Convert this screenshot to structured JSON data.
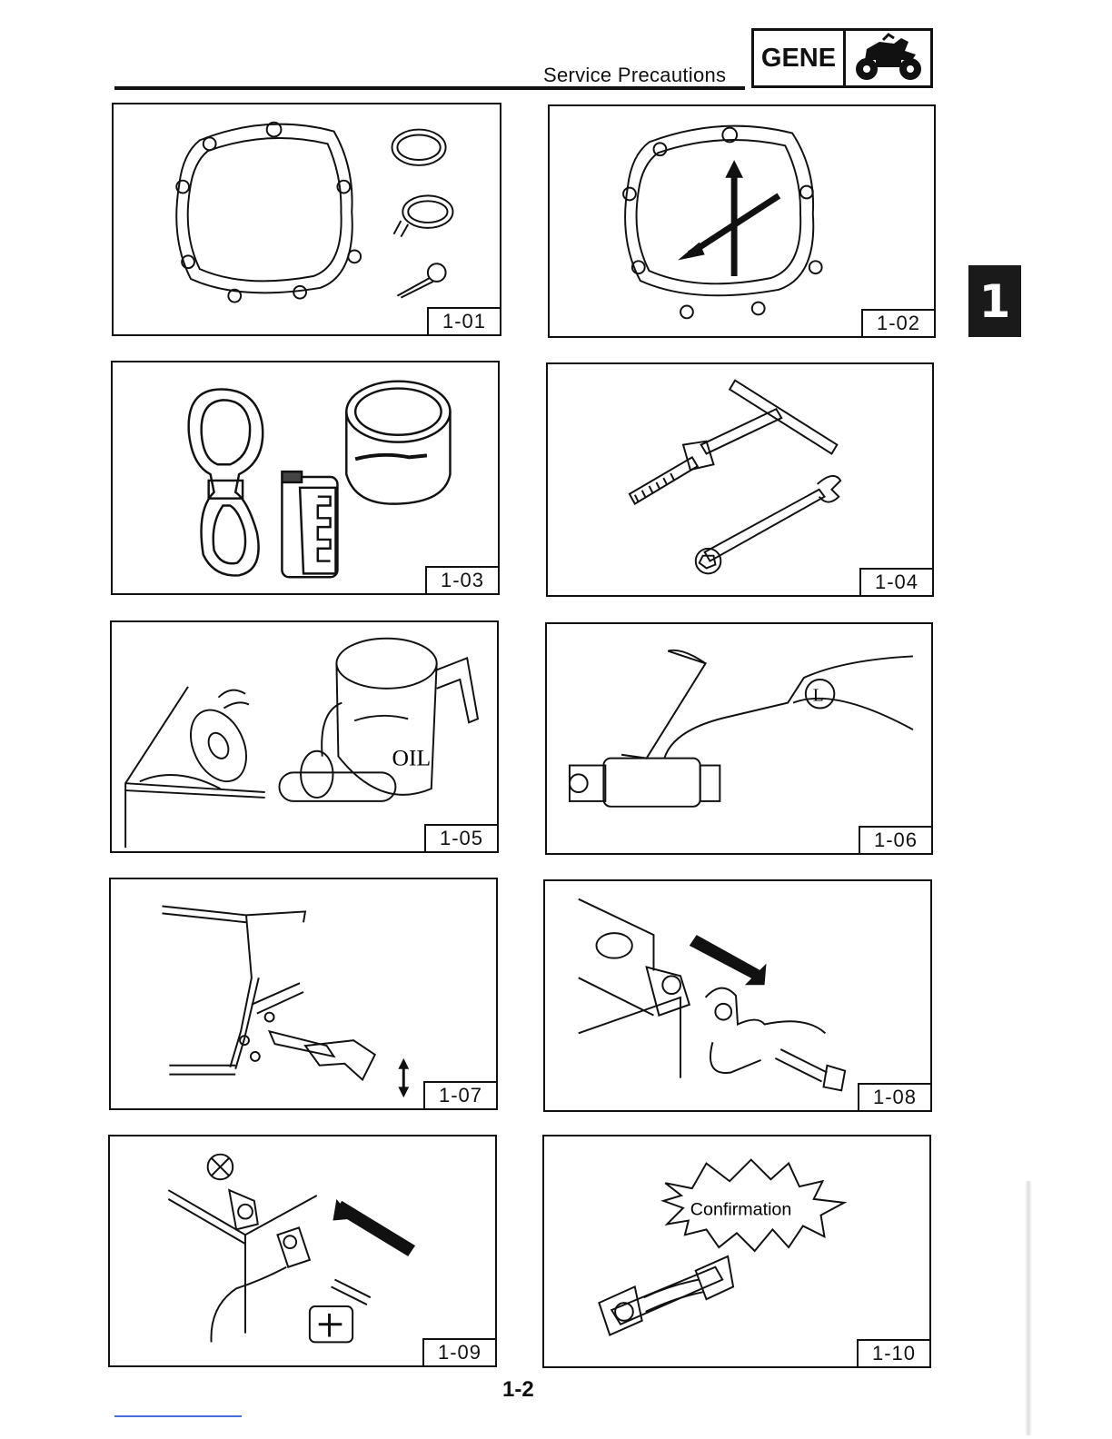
{
  "header": {
    "title": "Service Precautions",
    "section_code": "GENE",
    "section_icon": "atv-icon"
  },
  "chapter_tab": "1",
  "panels": [
    {
      "label": "1-01",
      "illustration": "gaskets-oil-seals-circlip-cotter-pin"
    },
    {
      "label": "1-02",
      "illustration": "gasket-no-reuse"
    },
    {
      "label": "1-03",
      "illustration": "bearings-oil-seal-lubrication"
    },
    {
      "label": "1-04",
      "illustration": "special-tools-wrench"
    },
    {
      "label": "1-05",
      "illustration": "oil-seal-grease"
    },
    {
      "label": "1-06",
      "illustration": "lubrication-lithium-grease"
    },
    {
      "label": "1-07",
      "illustration": "frame-parts"
    },
    {
      "label": "1-08",
      "illustration": "battery-terminal-disconnect"
    },
    {
      "label": "1-09",
      "illustration": "battery-terminal-connect"
    },
    {
      "label": "1-10",
      "illustration": "connector-confirmation",
      "callout": "Confirmation"
    }
  ],
  "panel_texts": {
    "oil": "OIL",
    "lube": "L"
  },
  "page_number": "1-2"
}
